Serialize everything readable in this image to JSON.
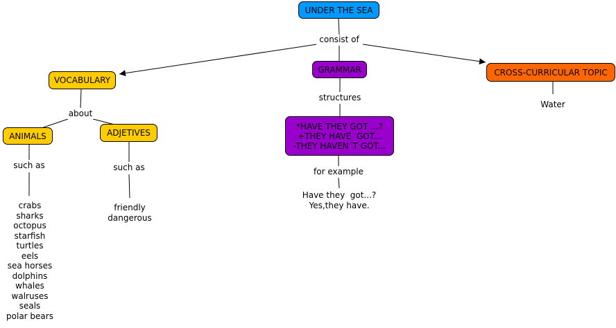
{
  "colors": {
    "root": "#0099ff",
    "vocabulary": "#ffcc00",
    "grammar": "#9900cc",
    "crossCurricular": "#ff6600",
    "line": "#000000"
  },
  "concepts": {
    "root": "UNDER THE SEA",
    "vocabulary": "VOCABULARY",
    "grammar": "GRAMMAR",
    "crossCurricular": "CROSS-CURRICULAR TOPIC",
    "animals": "ANIMALS",
    "adjectives": "ADJETIVES",
    "structures": "*HAVE THEY GOT ...?\n+THEY HAVE  GOT...\n-THEY HAVEN´T GOT..."
  },
  "links": {
    "consistOf": "consist of",
    "about": "about",
    "suchAs1": "such as",
    "suchAs2": "such as",
    "structures": "structures",
    "forExample": "for example"
  },
  "leaves": {
    "animalsList": "crabs\nsharks\noctopus\nstarfish\nturtles\neels\nsea horses\ndolphins\nwhales\nwalruses\nseals\npolar bears",
    "adjectivesList": "friendly\ndangerous",
    "example": "Have they  got...?\nYes,they have.",
    "water": "Water"
  }
}
